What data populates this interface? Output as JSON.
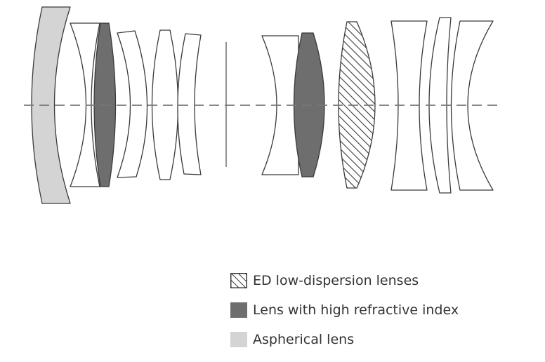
{
  "colors": {
    "outline": "#3a3a3a",
    "aspherical": "#d4d4d4",
    "high_refractive": "#6e6e6e",
    "ed_hatch": "#3a3a3a",
    "axis": "#777777",
    "text": "#333333"
  },
  "legend": {
    "items": [
      {
        "label": "ED low-dispersion lenses",
        "swatch": "hatched"
      },
      {
        "label": "Lens with high refractive index",
        "swatch": "dark-gray"
      },
      {
        "label": "Aspherical lens",
        "swatch": "light-gray"
      }
    ]
  }
}
